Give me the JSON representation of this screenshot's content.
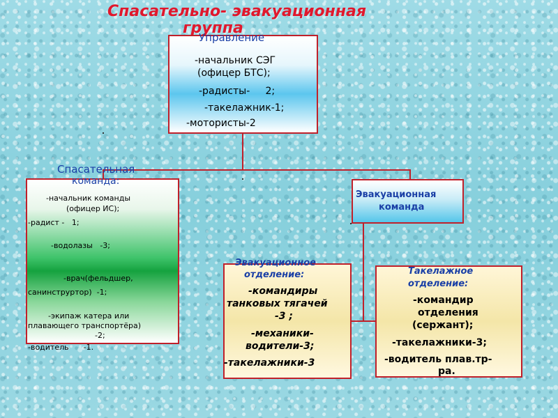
{
  "title": {
    "line1": "Спасательно- эвакуационная",
    "line2": "группа"
  },
  "upravlenie": {
    "header": "Управление",
    "items": [
      "-начальник СЭГ",
      "(офицер БТС);",
      "-радисты-     2;",
      "-такелажник-1;",
      "-мотористы-2"
    ]
  },
  "spas_komanda": {
    "header_line1": "Спасательная",
    "header_line2": "команда:",
    "items": [
      "-начальник команды",
      "(офицер ИС);",
      "-радист -   1;",
      "-водолазы   -3;",
      "-врач(фельдшер,",
      "санинструртор)  -1;",
      "-экипаж катера или",
      "плавающего транспортёра)",
      "-2;",
      "-водитель      -1."
    ]
  },
  "evak_komanda": {
    "line1": "Эвакуационная",
    "line2": "команда"
  },
  "evak_otdelenie": {
    "header_line1": "Эвакуационное",
    "header_line2": "отделение:",
    "items": [
      "-командиры",
      "танковых тягачей",
      "-3 ;",
      "-механики-",
      "водители-3;",
      "-такелажники-3"
    ]
  },
  "takel_otdelenie": {
    "header_line1": "Такелажное",
    "header_line2": "отделение:",
    "items": [
      "-командир",
      "отделения",
      "(сержант);",
      "-такелажники-3;",
      "-водитель плав.тр-",
      "ра."
    ]
  },
  "colors": {
    "title": "#e0182d",
    "border": "#c0202a",
    "header_blue": "#1a3fa6"
  }
}
